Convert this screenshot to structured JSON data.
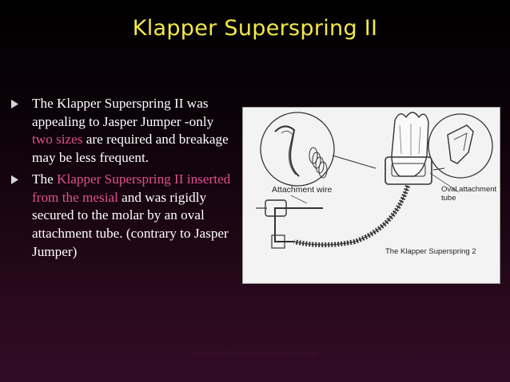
{
  "slide": {
    "title": "Klapper Superspring II"
  },
  "bullets": [
    {
      "segments": [
        {
          "text": "The Klapper Superspring II was appealing to Jasper Jumper -only ",
          "highlight": false
        },
        {
          "text": "two sizes",
          "highlight": true
        },
        {
          "text": " are required and breakage may be less frequent.",
          "highlight": false
        }
      ]
    },
    {
      "segments": [
        {
          "text": "The ",
          "highlight": false
        },
        {
          "text": "Klapper Superspring II inserted from the mesial",
          "highlight": true
        },
        {
          "text": " and was rigidly secured to the molar by an oval attachment tube. (contrary to  Jasper Jumper)",
          "highlight": false
        }
      ]
    }
  ],
  "figure": {
    "label_attachment": "Attachment wire",
    "label_oval": "Oval attachment tube",
    "caption": "The Klapper Superspring 2"
  },
  "footer": {
    "text": "www.indiandentalacademy.com"
  },
  "colors": {
    "title": "#f3e84a",
    "highlight": "#e0508f",
    "body_text": "#ffffff"
  }
}
